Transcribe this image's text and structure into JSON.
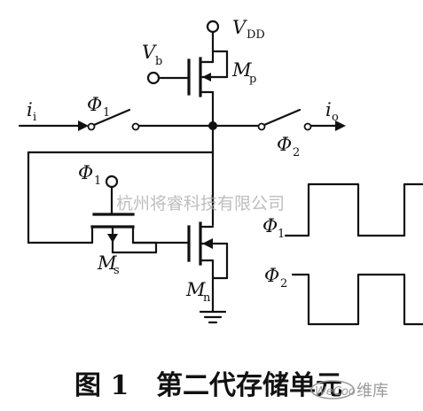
{
  "labels": {
    "vdd": "V",
    "vdd_sub": "DD",
    "vb": "V",
    "vb_sub": "b",
    "mp": "M",
    "mp_sub": "p",
    "mn": "M",
    "mn_sub": "n",
    "ms": "M",
    "ms_sub": "s",
    "ii": "i",
    "ii_sub": "i",
    "io": "i",
    "io_sub": "o",
    "phi1_switch": "Φ",
    "phi1_switch_sub": "1",
    "phi2_switch": "Φ",
    "phi2_switch_sub": "2",
    "phi1_ms": "Φ",
    "phi1_ms_sub": "1",
    "phi1_wave": "Φ",
    "phi1_wave_sub": "1",
    "phi2_wave": "Φ",
    "phi2_wave_sub": "2"
  },
  "caption": {
    "figure": "图 1",
    "title": "第二代存储单元"
  },
  "watermark": {
    "company": "杭州将睿科技有限公司",
    "site": "维库"
  },
  "colors": {
    "ink": "#111111",
    "watermark": "#a9a9a9"
  }
}
